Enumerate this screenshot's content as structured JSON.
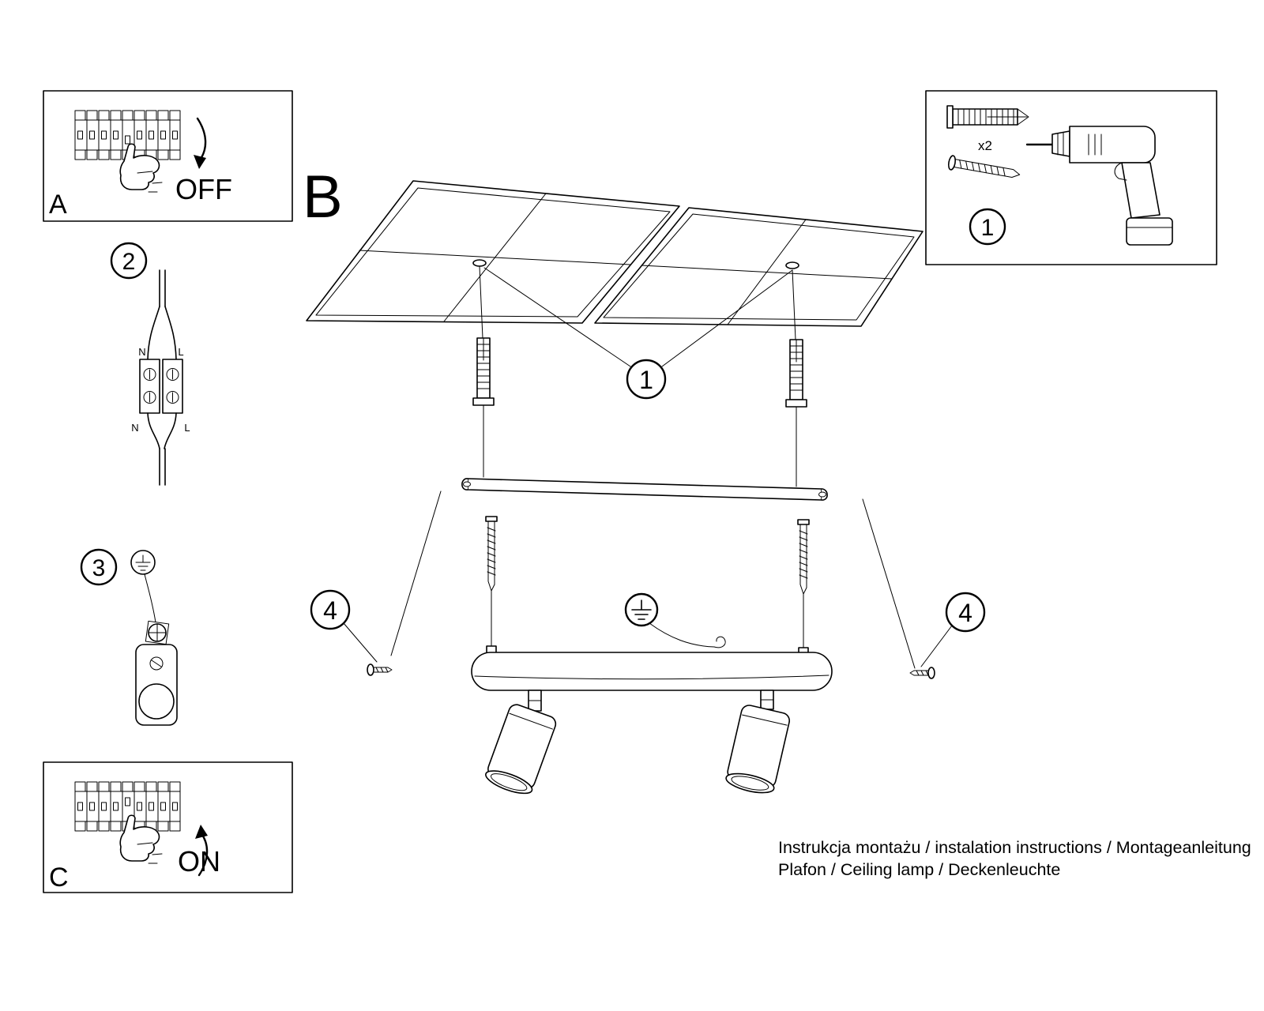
{
  "panel_a": {
    "label": "A",
    "action": "OFF"
  },
  "panel_c": {
    "label": "C",
    "action": "ON"
  },
  "main_label": "B",
  "steps": {
    "s1": "1",
    "s2": "2",
    "s3": "3",
    "s4": "4"
  },
  "parts": {
    "anchor_count": "x2"
  },
  "terminal": {
    "n": "N",
    "l": "L"
  },
  "footer": {
    "line1": "Instrukcja montażu / instalation instructions / Montageanleitung",
    "line2": "Plafon / Ceiling lamp / Deckenleuchte"
  },
  "colors": {
    "line": "#000000",
    "background": "#ffffff"
  }
}
